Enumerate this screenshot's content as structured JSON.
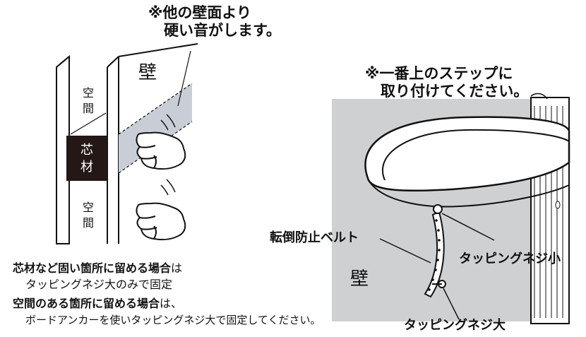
{
  "left_note": {
    "line1": "※他の壁面より",
    "line2": "硬い音がします。"
  },
  "right_note": {
    "line1": "※一番上のステップに",
    "line2": "取り付けてください。"
  },
  "left_diagram": {
    "wall_label": "壁",
    "upper_space": [
      "空",
      "間"
    ],
    "core": [
      "芯",
      "材"
    ],
    "lower_space": [
      "空",
      "間"
    ]
  },
  "right_diagram": {
    "wall_label": "壁",
    "belt_label": "転倒防止ベルト",
    "screw_small_label": "タッピングネジ小",
    "screw_large_label": "タッピングネジ大"
  },
  "instructions": {
    "line1_bold": "芯材など固い箇所に留める場合",
    "line1_tail": "は",
    "line2": "タッピングネジ大のみで固定",
    "line3_bold": "空間のある箇所に留める場合",
    "line3_tail": "は、",
    "line4": "ボードアンカーを使いタッピングネジ大で固定してください。"
  }
}
